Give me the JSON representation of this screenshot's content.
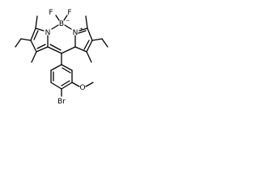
{
  "atoms": {
    "f_left": "F",
    "f_right": "F",
    "boron": "B",
    "boron_charge": "−",
    "n_left": "N",
    "n_right": "N",
    "n_right_charge": "+",
    "bromine": "Br",
    "oxygen": "O"
  }
}
